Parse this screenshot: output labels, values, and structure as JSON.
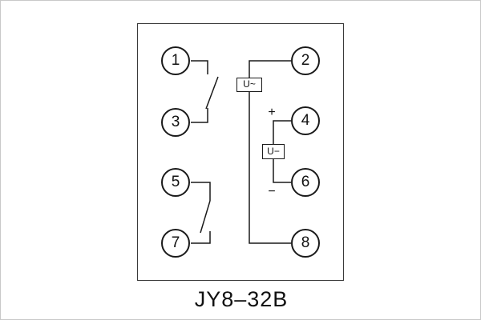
{
  "title": "JY8–32B",
  "diagram": {
    "terminals": {
      "t1": "1",
      "t2": "2",
      "t3": "3",
      "t4": "4",
      "t5": "5",
      "t6": "6",
      "t7": "7",
      "t8": "8"
    },
    "labels": {
      "ac_supply": "U~",
      "dc_supply": "U−",
      "polarity_plus": "+",
      "polarity_minus": "−"
    },
    "colors": {
      "line": "#1a1a1a",
      "relay_box_border": "#3a3a3a",
      "page_border": "#c9c9c9",
      "background": "#ffffff",
      "text": "#111111"
    }
  }
}
